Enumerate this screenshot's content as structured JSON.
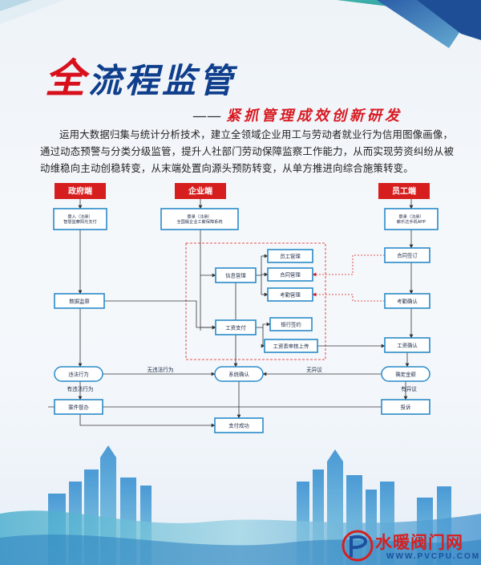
{
  "title": {
    "main_first": "全",
    "main_rest": "流程监管",
    "sub": "紧抓管理成效创新研发"
  },
  "intro": "运用大数据归集与统计分析技术，建立全领域企业用工与劳动者就业行为信用图像画像，通过动态预警与分类分级监管，提升人社部门劳动保障监察工作能力，从而实现劳资纠纷从被动维稳向主动创稳转变，从末端处置向源头预防转变，从单方推进向综合施策转变。",
  "headers": [
    {
      "id": "gov",
      "label": "政府端"
    },
    {
      "id": "ent",
      "label": "企业端"
    },
    {
      "id": "emp",
      "label": "员工端"
    }
  ],
  "nodes": [
    {
      "id": "gov_login",
      "lines": [
        "登入（注册）",
        "智慧监察阳光支付"
      ]
    },
    {
      "id": "ent_login",
      "lines": [
        "登录（注册）",
        "全国版企业工薪保障系统"
      ]
    },
    {
      "id": "emp_login",
      "lines": [
        "登录（注册）",
        "薪乐达手机APP"
      ]
    },
    {
      "id": "info_mgmt",
      "lines": [
        "信息管理"
      ]
    },
    {
      "id": "emp_mgmt",
      "lines": [
        "员工管理"
      ]
    },
    {
      "id": "contract_mgmt",
      "lines": [
        "合同管理"
      ]
    },
    {
      "id": "attend_mgmt",
      "lines": [
        "考勤管理"
      ]
    },
    {
      "id": "contract_sign",
      "lines": [
        "合同签订"
      ]
    },
    {
      "id": "data_monitor",
      "lines": [
        "数据监察"
      ]
    },
    {
      "id": "attend_confirm",
      "lines": [
        "考勤确认"
      ]
    },
    {
      "id": "bank_sign",
      "lines": [
        "银行签约"
      ]
    },
    {
      "id": "wage_pay",
      "lines": [
        "工资支付"
      ]
    },
    {
      "id": "wage_audit",
      "lines": [
        "工资表审核上传"
      ]
    },
    {
      "id": "wage_confirm",
      "lines": [
        "工资确认"
      ]
    },
    {
      "id": "violation",
      "lines": [
        "违法行为"
      ]
    },
    {
      "id": "sys_confirm",
      "lines": [
        "系统确认"
      ]
    },
    {
      "id": "amount_confirm",
      "lines": [
        "确定金额"
      ]
    },
    {
      "id": "case_handle",
      "lines": [
        "案件督办"
      ]
    },
    {
      "id": "complaint",
      "lines": [
        "投诉"
      ]
    },
    {
      "id": "pay_success",
      "lines": [
        "支付成功"
      ]
    }
  ],
  "edge_labels": [
    {
      "id": "no_violation",
      "text": "无违法行为"
    },
    {
      "id": "no_objection",
      "text": "无异议"
    },
    {
      "id": "has_violation",
      "text": "有违法行为"
    },
    {
      "id": "has_objection",
      "text": "有异议"
    }
  ],
  "watermark": {
    "text": "水暖阀门网",
    "url": "WWW.PVCPU.COM"
  },
  "colors": {
    "header_red": "#d71e1e",
    "node_blue": "#2a8bc9",
    "node_fill": "#ffffff",
    "line": "#333333",
    "dash_red": "#d71e1e",
    "title_blue": "#0f3e8c"
  }
}
